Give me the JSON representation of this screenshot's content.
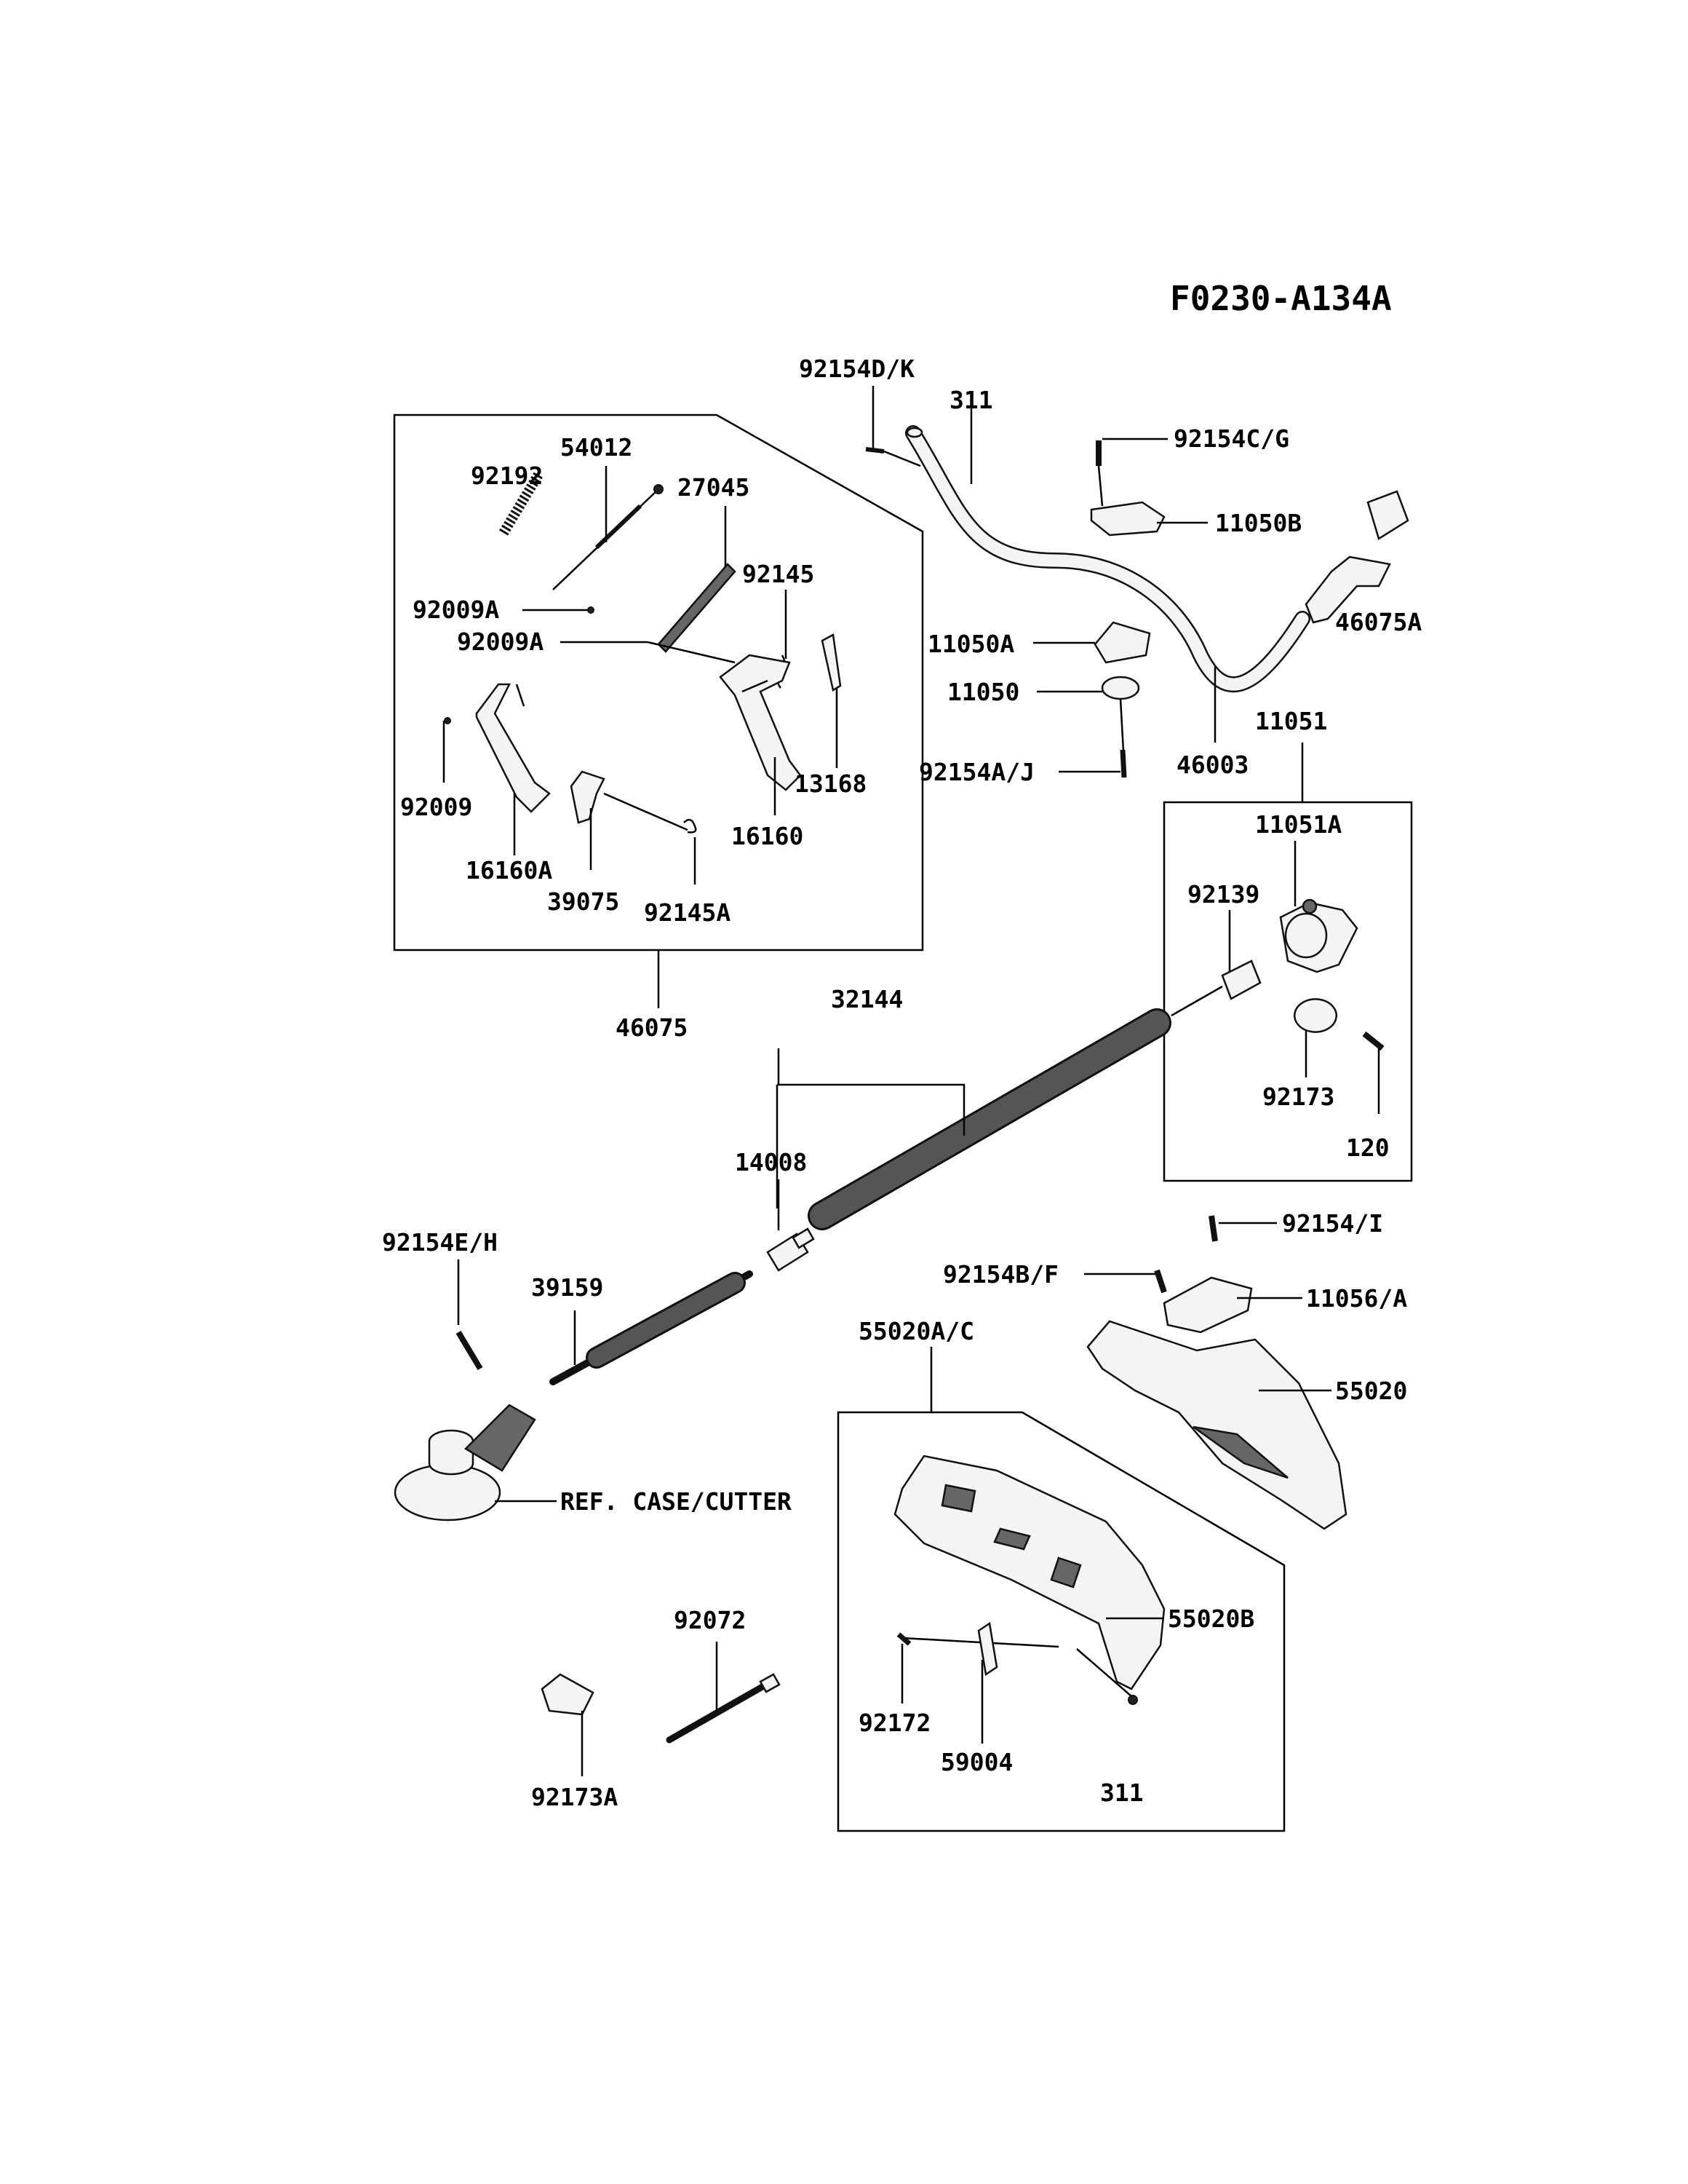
{
  "diagram_id": "F0230-A134A",
  "labels": {
    "l92154DK": "92154D/K",
    "l311a": "311",
    "l92154CG": "92154C/G",
    "l11050B": "11050B",
    "l46075A": "46075A",
    "l54012": "54012",
    "l92192": "92192",
    "l27045": "27045",
    "l92145": "92145",
    "l92009Aa": "92009A",
    "l92009Ab": "92009A",
    "l11050A": "11050A",
    "l11050": "11050",
    "l92154AJ": "92154A/J",
    "l46003": "46003",
    "l11051": "11051",
    "l13168": "13168",
    "l92009": "92009",
    "l16160": "16160",
    "l16160A": "16160A",
    "l39075": "39075",
    "l92145A": "92145A",
    "l11051A": "11051A",
    "l92139": "92139",
    "l46075": "46075",
    "l32144": "32144",
    "l92173": "92173",
    "l120": "120",
    "l14008": "14008",
    "l92154I": "92154/I",
    "l92154EH": "92154E/H",
    "l92154BF": "92154B/F",
    "l11056A": "11056/A",
    "l39159": "39159",
    "l55020AC": "55020A/C",
    "l55020": "55020",
    "lref": "REF. CASE/CUTTER",
    "l92072": "92072",
    "l55020B": "55020B",
    "l92172": "92172",
    "l59004": "59004",
    "l311b": "311",
    "l92173A": "92173A"
  }
}
